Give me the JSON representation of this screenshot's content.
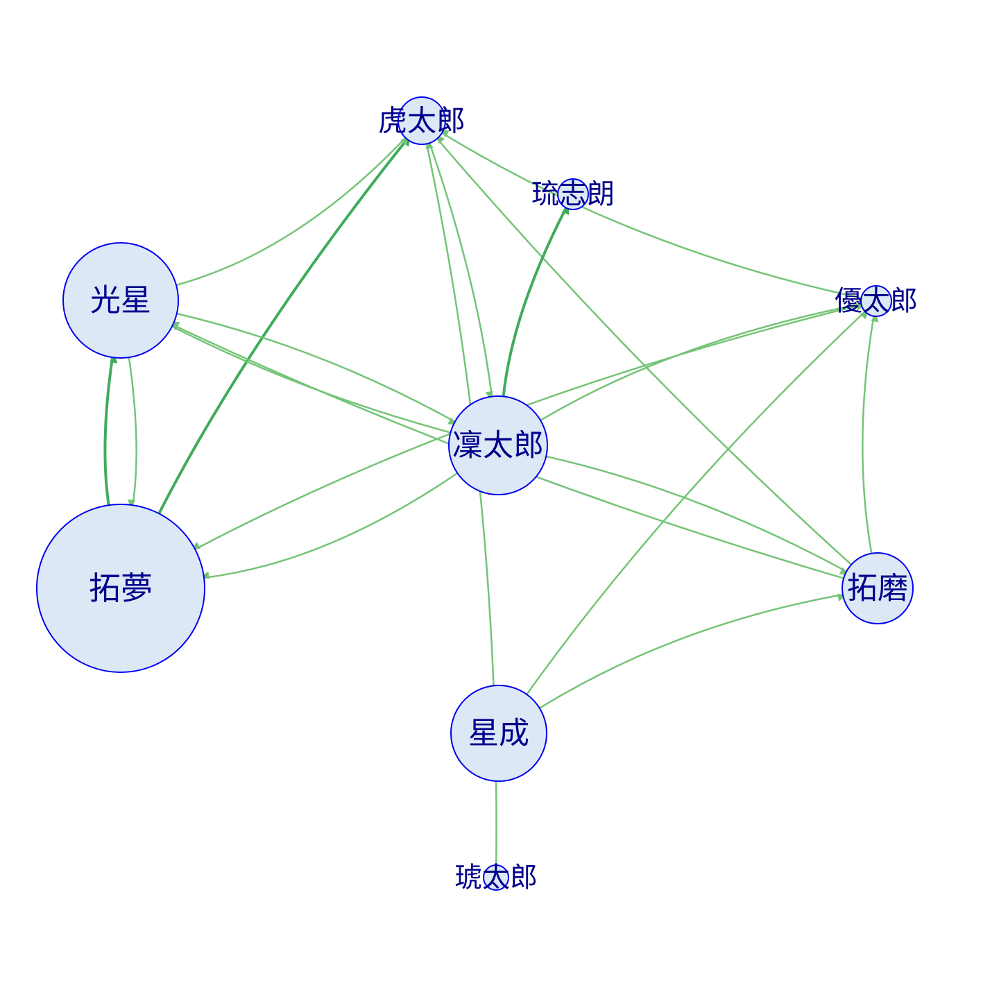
{
  "graph": {
    "edge_color": "#74c476",
    "edge_color_strong": "#41ab5d",
    "node_fill": "#dde8f6",
    "node_stroke": "#0000ee",
    "label_color": "#00008b",
    "nodes": [
      {
        "id": "tora",
        "label": "虎太郎"
      },
      {
        "id": "rushi",
        "label": "琉志朗"
      },
      {
        "id": "kosei",
        "label": "光星"
      },
      {
        "id": "yuta",
        "label": "優太郎"
      },
      {
        "id": "rinta",
        "label": "凜太郎"
      },
      {
        "id": "takumu",
        "label": "拓夢"
      },
      {
        "id": "takuma",
        "label": "拓磨"
      },
      {
        "id": "seisei",
        "label": "星成"
      },
      {
        "id": "ruta",
        "label": "琥太郎"
      }
    ],
    "edges": [
      {
        "from": "takumu",
        "to": "tora",
        "weight": "strong"
      },
      {
        "from": "kosei",
        "to": "tora",
        "weight": "normal"
      },
      {
        "from": "ruta",
        "to": "tora",
        "weight": "normal"
      },
      {
        "from": "tora",
        "to": "rinta",
        "weight": "normal"
      },
      {
        "from": "takuma",
        "to": "tora",
        "weight": "normal"
      },
      {
        "from": "yuta",
        "to": "tora",
        "weight": "normal"
      },
      {
        "from": "rinta",
        "to": "rushi",
        "weight": "strong"
      },
      {
        "from": "takumu",
        "to": "kosei",
        "weight": "strong"
      },
      {
        "from": "kosei",
        "to": "takumu",
        "weight": "normal"
      },
      {
        "from": "kosei",
        "to": "rinta",
        "weight": "normal"
      },
      {
        "from": "rinta",
        "to": "kosei",
        "weight": "normal"
      },
      {
        "from": "takuma",
        "to": "kosei",
        "weight": "normal"
      },
      {
        "from": "rinta",
        "to": "takumu",
        "weight": "normal"
      },
      {
        "from": "yuta",
        "to": "takumu",
        "weight": "normal"
      },
      {
        "from": "rinta",
        "to": "yuta",
        "weight": "normal"
      },
      {
        "from": "seisei",
        "to": "yuta",
        "weight": "normal"
      },
      {
        "from": "takuma",
        "to": "yuta",
        "weight": "normal"
      },
      {
        "from": "rinta",
        "to": "takuma",
        "weight": "normal"
      },
      {
        "from": "seisei",
        "to": "takuma",
        "weight": "normal"
      }
    ]
  }
}
